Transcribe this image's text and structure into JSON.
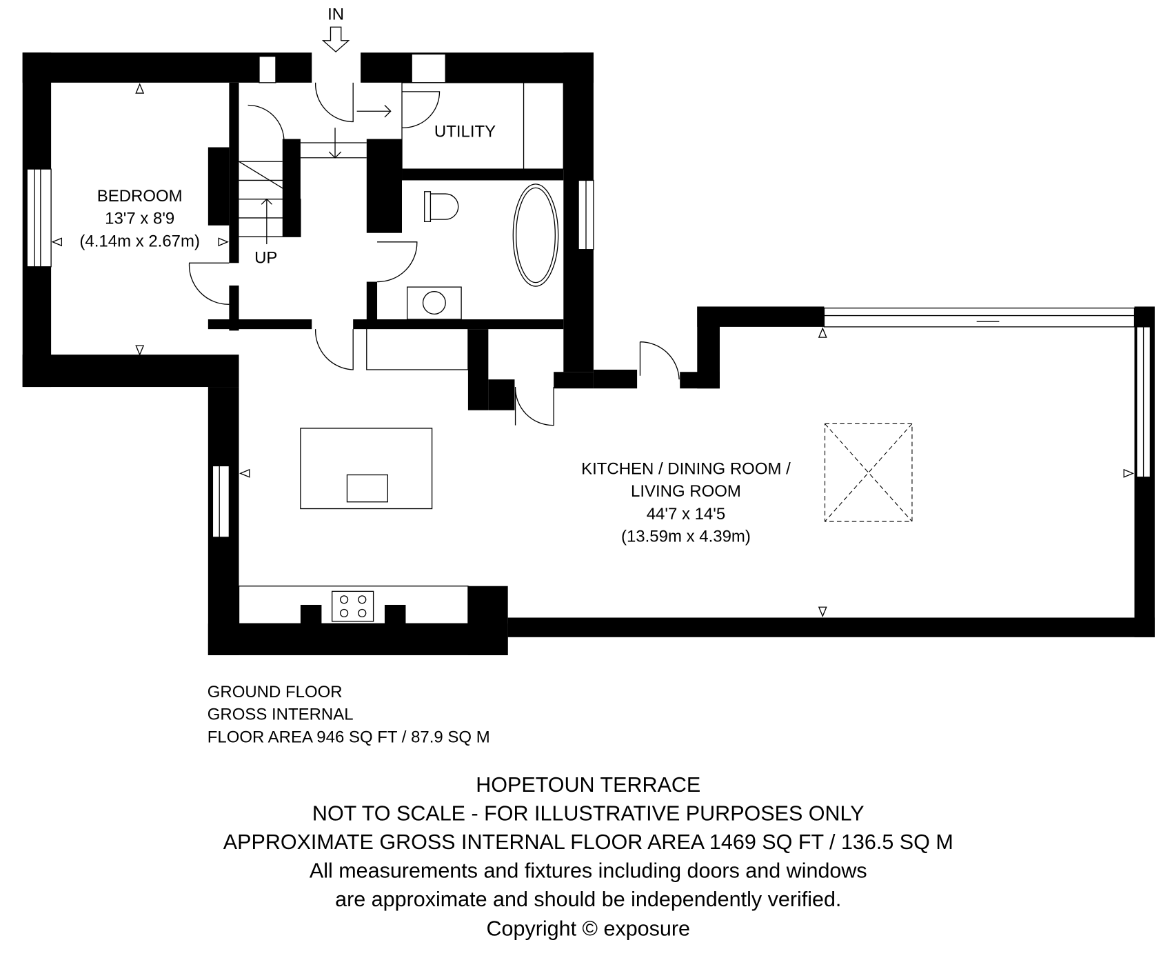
{
  "entrance_label": "IN",
  "rooms": {
    "bedroom": {
      "name": "BEDROOM",
      "imperial": "13'7 x 8'9",
      "metric": "(4.14m x 2.67m)"
    },
    "utility": {
      "name": "UTILITY"
    },
    "stairs": {
      "label": "UP"
    },
    "kitchen": {
      "name_line1": "KITCHEN / DINING ROOM /",
      "name_line2": "LIVING ROOM",
      "imperial": "44'7 x 14'5",
      "metric": "(13.59m x 4.39m)"
    }
  },
  "floor_info": {
    "line1": "GROUND FLOOR",
    "line2": "GROSS INTERNAL",
    "line3": "FLOOR AREA 946 SQ FT / 87.9 SQ M"
  },
  "footer": {
    "property": "HOPETOUN TERRACE",
    "scale_note": "NOT TO SCALE - FOR ILLUSTRATIVE PURPOSES ONLY",
    "total_area": "APPROXIMATE GROSS INTERNAL FLOOR AREA 1469 SQ FT / 136.5 SQ M",
    "disclaimer1": "All measurements and fixtures including doors and windows",
    "disclaimer2": "are approximate and should be independently verified.",
    "copyright": "Copyright © exposure"
  }
}
